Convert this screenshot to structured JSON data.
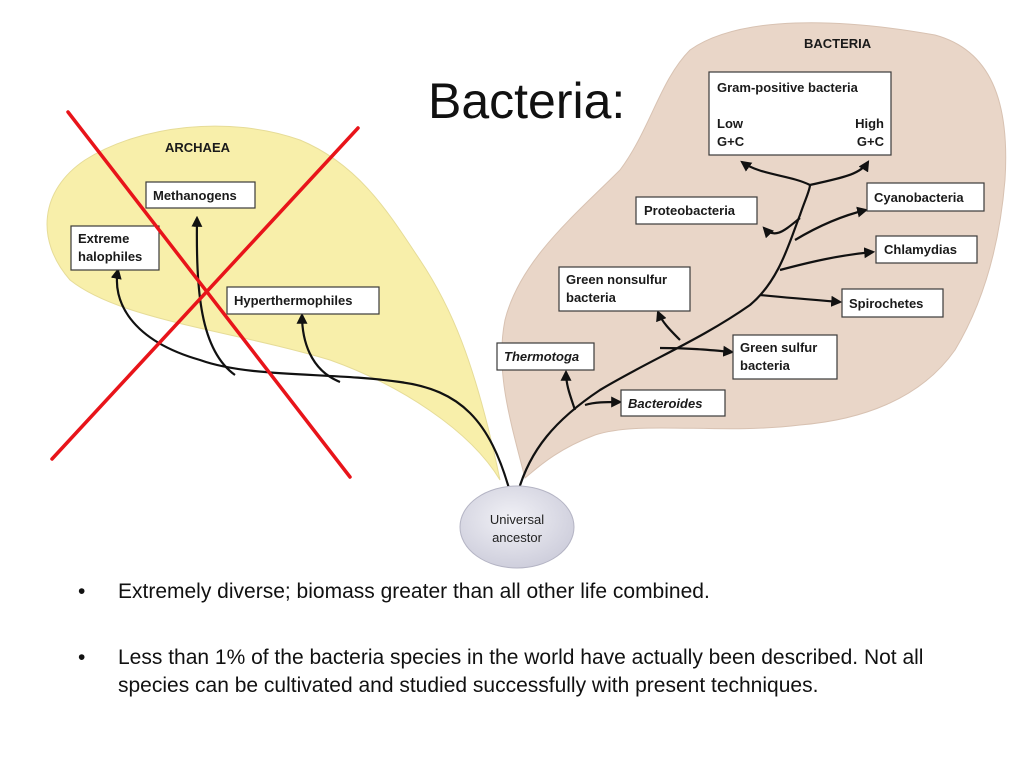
{
  "slide": {
    "title": "Bacteria:",
    "bullets": [
      "Extremely diverse; biomass greater than all other life combined.",
      "Less than 1% of the bacteria species in the world have actually been described.  Not all species can be cultivated and studied successfully with present techniques."
    ],
    "bullet_symbol": "•"
  },
  "diagram": {
    "archaea": {
      "title": "ARCHAEA",
      "methanogens": "Methanogens",
      "halophiles": [
        "Extreme",
        "halophiles"
      ],
      "hyperthermophiles": "Hyperthermophiles"
    },
    "bacteria": {
      "title": "BACTERIA",
      "gram_positive": {
        "title": "Gram-positive bacteria",
        "low": [
          "Low",
          "G+C"
        ],
        "high": [
          "High",
          "G+C"
        ]
      },
      "proteobacteria": "Proteobacteria",
      "cyanobacteria": "Cyanobacteria",
      "chlamydias": "Chlamydias",
      "spirochetes": "Spirochetes",
      "green_nonsulfur": [
        "Green nonsulfur",
        "bacteria"
      ],
      "green_sulfur": [
        "Green sulfur",
        "bacteria"
      ],
      "thermotoga": "Thermotoga",
      "bacteroides": "Bacteroides"
    },
    "ancestor": [
      "Universal",
      "ancestor"
    ],
    "colors": {
      "archaea_fill": "#f8efaa",
      "bacteria_fill": "#e9d6c8",
      "ancestor_fill": "#dcdcea",
      "cross_out": "#e8141a"
    }
  }
}
